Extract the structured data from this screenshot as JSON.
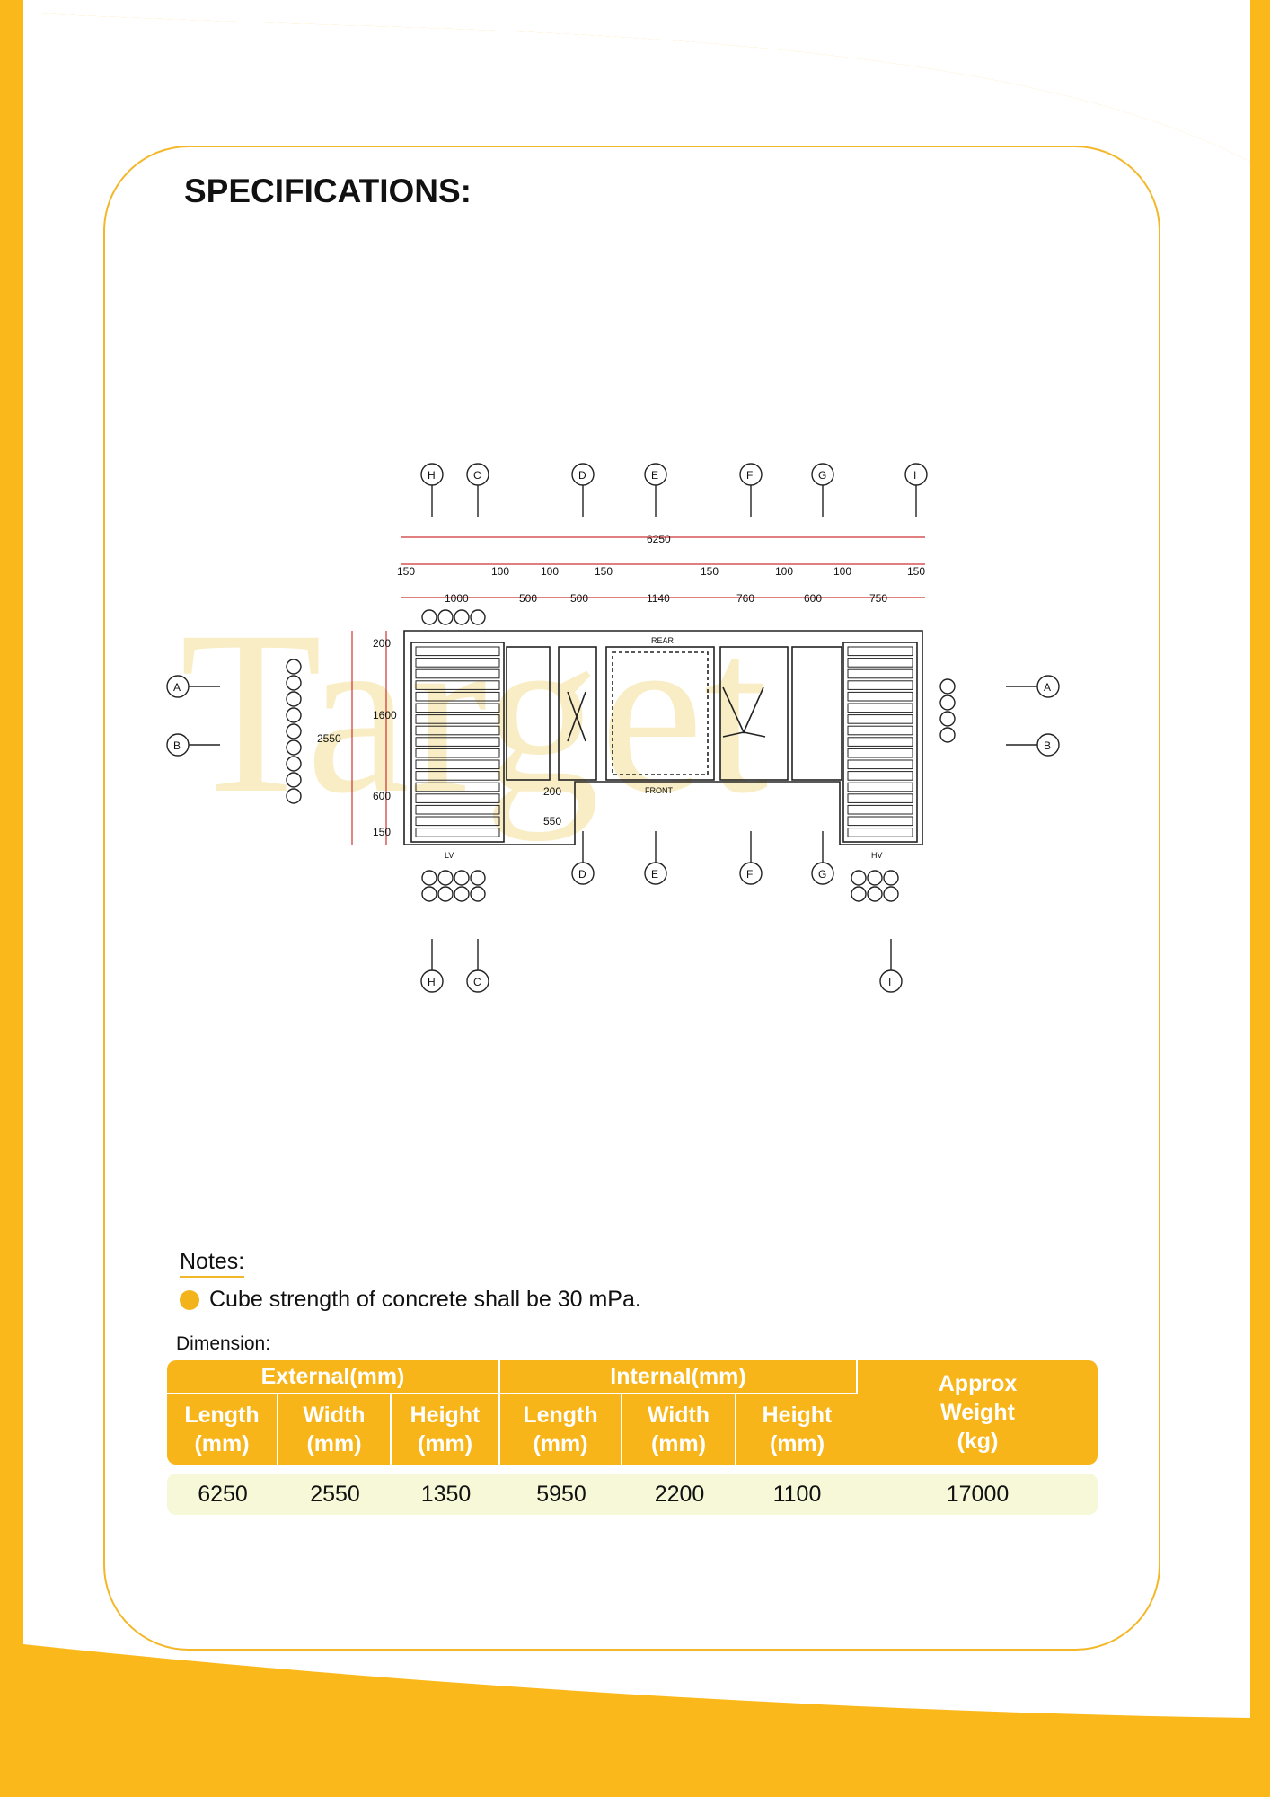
{
  "page": {
    "title": "SPECIFICATIONS:",
    "colors": {
      "accent": "#f7b51a",
      "row_fill": "#f6f8d8",
      "frame": "#f3b82a"
    }
  },
  "drawing": {
    "watermark": "Target",
    "labels": {
      "rear": "REAR",
      "front": "FRONT",
      "lv": "LV",
      "hv": "HV"
    },
    "overall_length": "6250",
    "top_dims": [
      "150",
      "100",
      "100",
      "150",
      "150",
      "100",
      "100",
      "150"
    ],
    "segment_dims": [
      "1000",
      "500",
      "500",
      "1140",
      "760",
      "600",
      "750"
    ],
    "side_total": "2550",
    "side_dims": [
      "200",
      "1600",
      "600",
      "150"
    ],
    "center_dims": [
      "200",
      "550"
    ],
    "axes": {
      "top": [
        "H",
        "C",
        "D",
        "E",
        "F",
        "G",
        "I"
      ],
      "mid": [
        "D",
        "E",
        "F",
        "G"
      ],
      "bottom": [
        "H",
        "C",
        "I"
      ],
      "left": [
        "A",
        "B"
      ],
      "right": [
        "A",
        "B"
      ]
    }
  },
  "notes": {
    "heading": "Notes:",
    "items": [
      "Cube strength of concrete shall be 30 mPa."
    ]
  },
  "dimension": {
    "label": "Dimension:",
    "groups": [
      "External(mm)",
      "Internal(mm)"
    ],
    "weight_header": [
      "Approx",
      "Weight",
      "(kg)"
    ],
    "columns": [
      [
        "Length",
        "(mm)"
      ],
      [
        "Width",
        "(mm)"
      ],
      [
        "Height",
        "(mm)"
      ],
      [
        "Length",
        "(mm)"
      ],
      [
        "Width",
        "(mm)"
      ],
      [
        "Height",
        "(mm)"
      ]
    ],
    "row": [
      "6250",
      "2550",
      "1350",
      "5950",
      "2200",
      "1100",
      "17000"
    ]
  }
}
